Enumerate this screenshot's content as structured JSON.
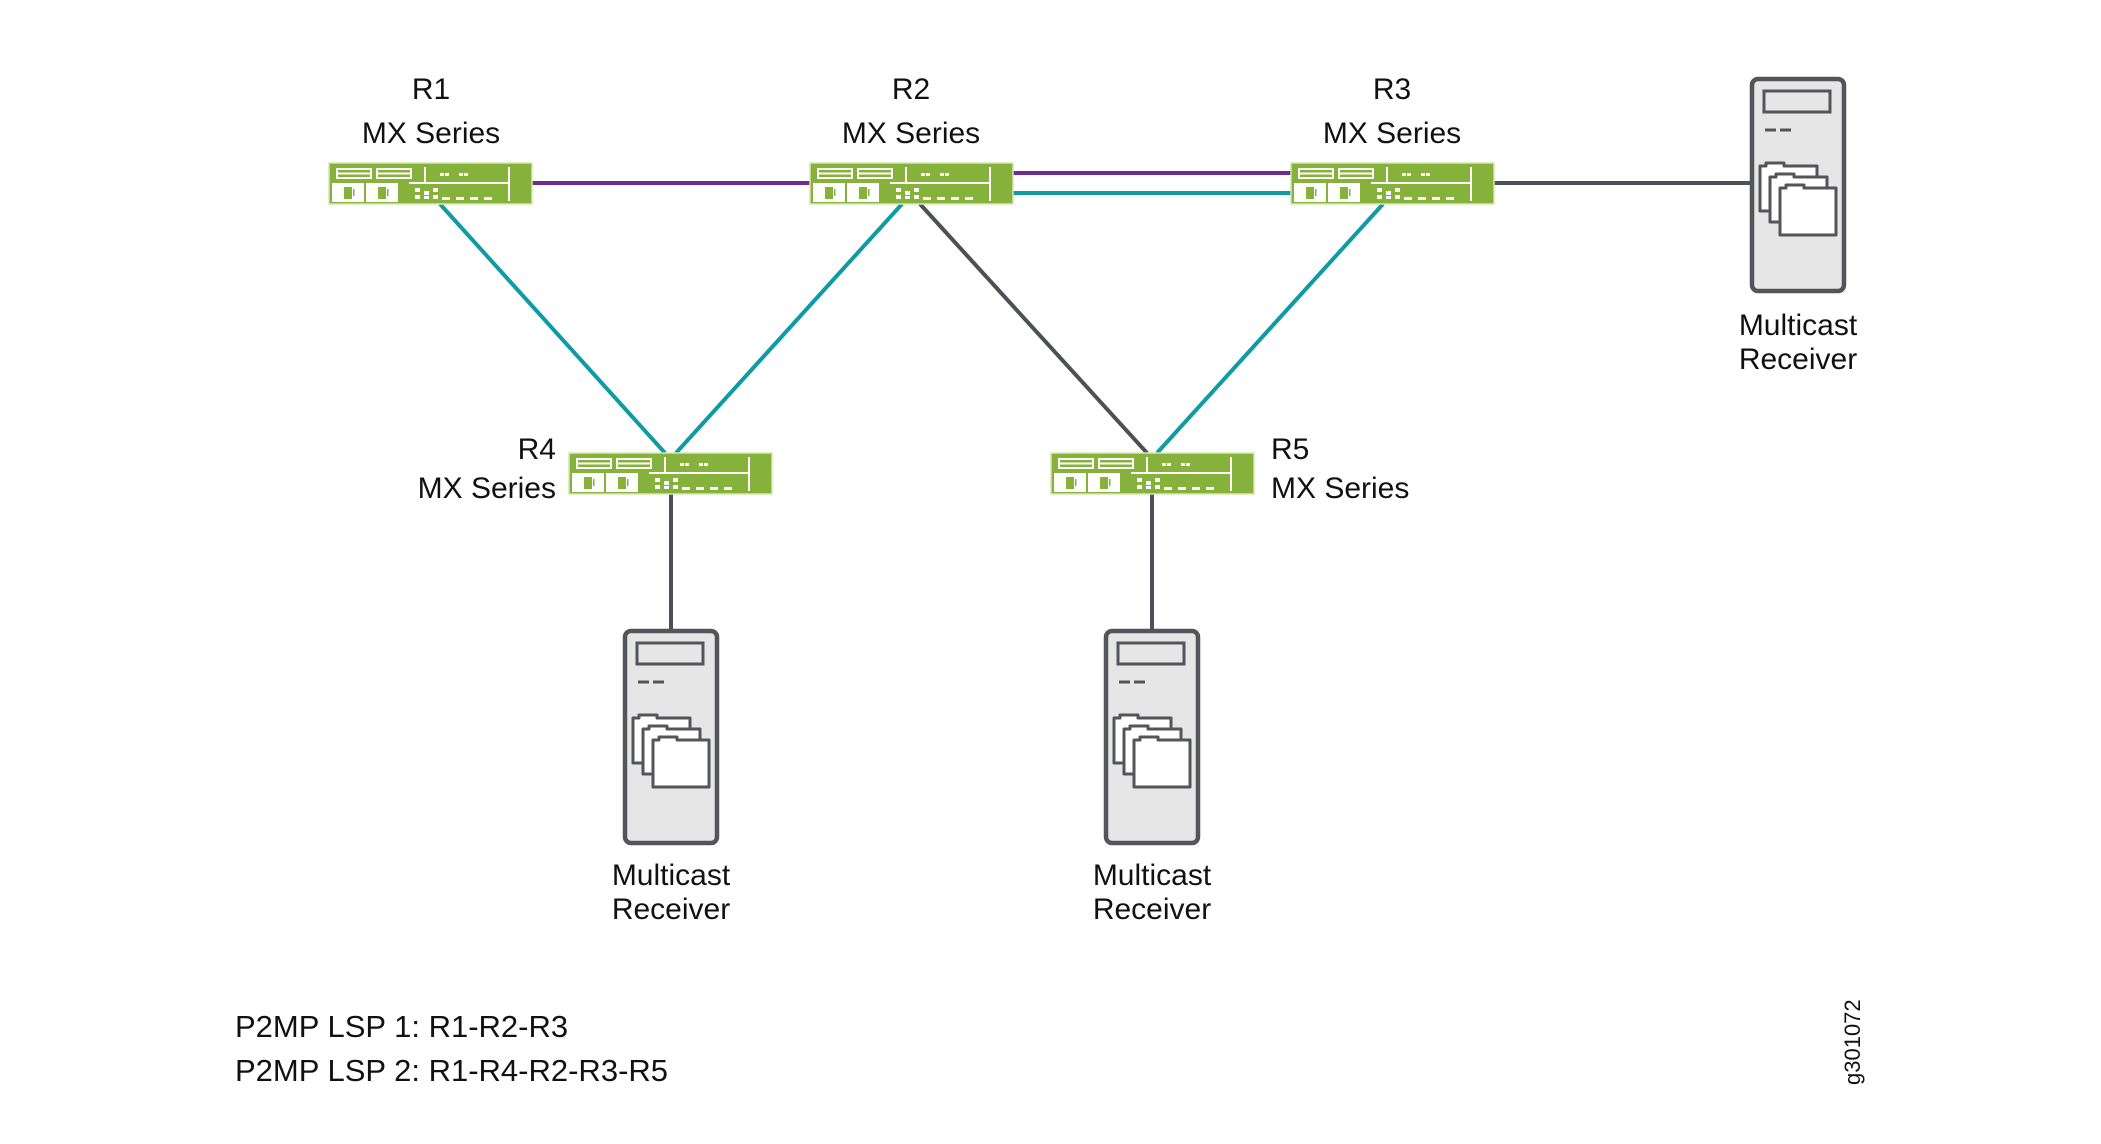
{
  "diagram": {
    "colors": {
      "router_fill": "#86b13b",
      "lsp1_link": "#6b2c91",
      "lsp2_link": "#0e9ba4",
      "plain_link": "#4e5057",
      "server_fill": "#e6e6e6",
      "server_outline": "#545559",
      "text": "#111111"
    },
    "routers": [
      {
        "id": "R1",
        "name": "R1",
        "model": "MX Series"
      },
      {
        "id": "R2",
        "name": "R2",
        "model": "MX Series"
      },
      {
        "id": "R3",
        "name": "R3",
        "model": "MX Series"
      },
      {
        "id": "R4",
        "name": "R4",
        "model": "MX Series"
      },
      {
        "id": "R5",
        "name": "R5",
        "model": "MX Series"
      }
    ],
    "receivers": [
      {
        "id": "rx-r3",
        "label_line1": "Multicast",
        "label_line2": "Receiver",
        "attached_to": "R3"
      },
      {
        "id": "rx-r4",
        "label_line1": "Multicast",
        "label_line2": "Receiver",
        "attached_to": "R4"
      },
      {
        "id": "rx-r5",
        "label_line1": "Multicast",
        "label_line2": "Receiver",
        "attached_to": "R5"
      }
    ],
    "links": [
      {
        "from": "R1",
        "to": "R2",
        "type": "lsp1"
      },
      {
        "from": "R2",
        "to": "R3",
        "type": "lsp1"
      },
      {
        "from": "R2",
        "to": "R3",
        "type": "lsp2"
      },
      {
        "from": "R1",
        "to": "R4",
        "type": "lsp2"
      },
      {
        "from": "R4",
        "to": "R2",
        "type": "lsp2"
      },
      {
        "from": "R3",
        "to": "R5",
        "type": "lsp2"
      },
      {
        "from": "R2",
        "to": "R5",
        "type": "plain"
      },
      {
        "from": "R3",
        "to": "rx-r3",
        "type": "plain"
      },
      {
        "from": "R4",
        "to": "rx-r4",
        "type": "plain"
      },
      {
        "from": "R5",
        "to": "rx-r5",
        "type": "plain"
      }
    ],
    "legend": [
      "P2MP LSP 1: R1-R2-R3",
      "P2MP LSP 2: R1-R4-R2-R3-R5"
    ],
    "figure_id": "g301072"
  }
}
